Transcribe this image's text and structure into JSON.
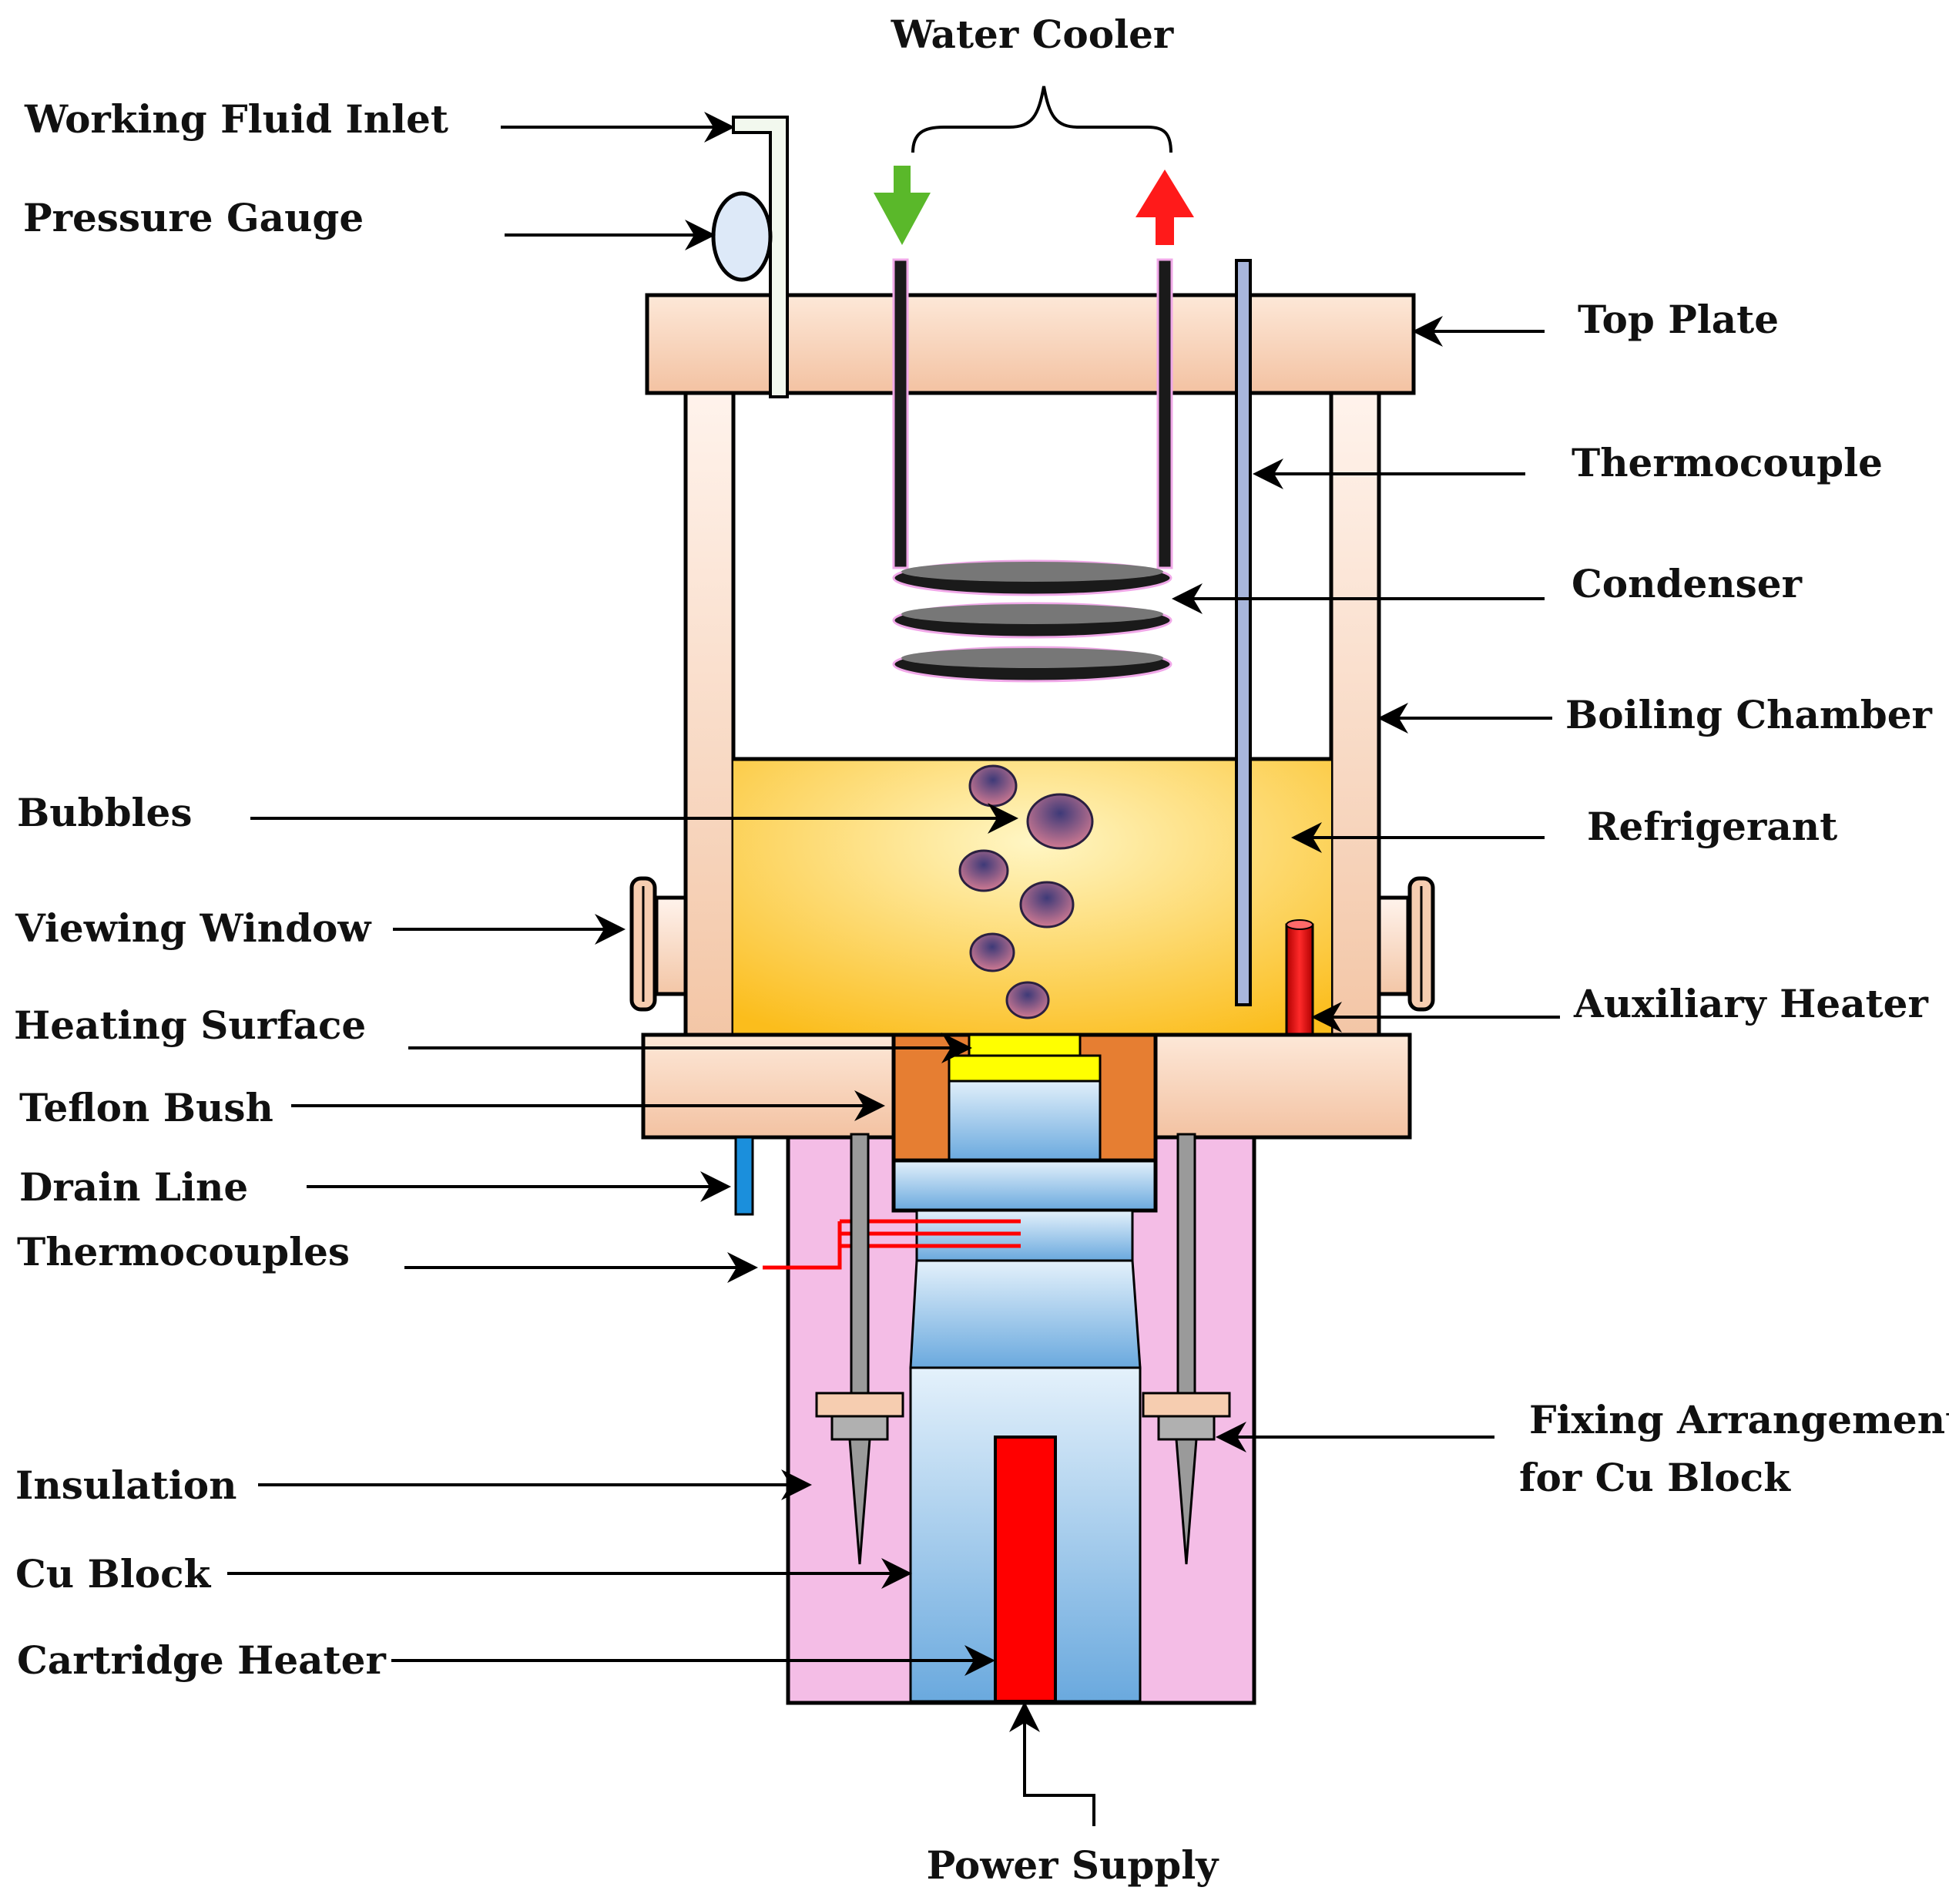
{
  "labels": {
    "water_cooler": "Water Cooler",
    "working_fluid_inlet": "Working Fluid Inlet",
    "pressure_gauge": "Pressure Gauge",
    "top_plate": "Top Plate",
    "thermocouple": "Thermocouple",
    "condenser": "Condenser",
    "boiling_chamber": "Boiling Chamber",
    "bubbles": "Bubbles",
    "refrigerant": "Refrigerant",
    "viewing_window": "Viewing Window",
    "auxiliary_heater": "Auxiliary Heater",
    "heating_surface": "Heating Surface",
    "teflon_bush": "Teflon Bush",
    "drain_line": "Drain Line",
    "thermocouples": "Thermocouples",
    "fixing_line1": "Fixing Arrangement",
    "fixing_line2": "for Cu Block",
    "insulation": "Insulation",
    "cu_block": "Cu Block",
    "cartridge_heater": "Cartridge Heater",
    "power_supply": "Power Supply"
  },
  "colors": {
    "plate": "#f6cdb0",
    "refrigerant": "#fcc52a",
    "insulation": "#f4bde6",
    "cu_block": "#b9dbf4",
    "teflon": "#e67e32",
    "heating_surface": "#ffff00",
    "heater": "#ff0000",
    "inlet_arrow": "#5ab82a",
    "outlet_arrow": "#ff1a1a",
    "drain": "#1b8fdc",
    "bubble": "#4a3a72"
  }
}
